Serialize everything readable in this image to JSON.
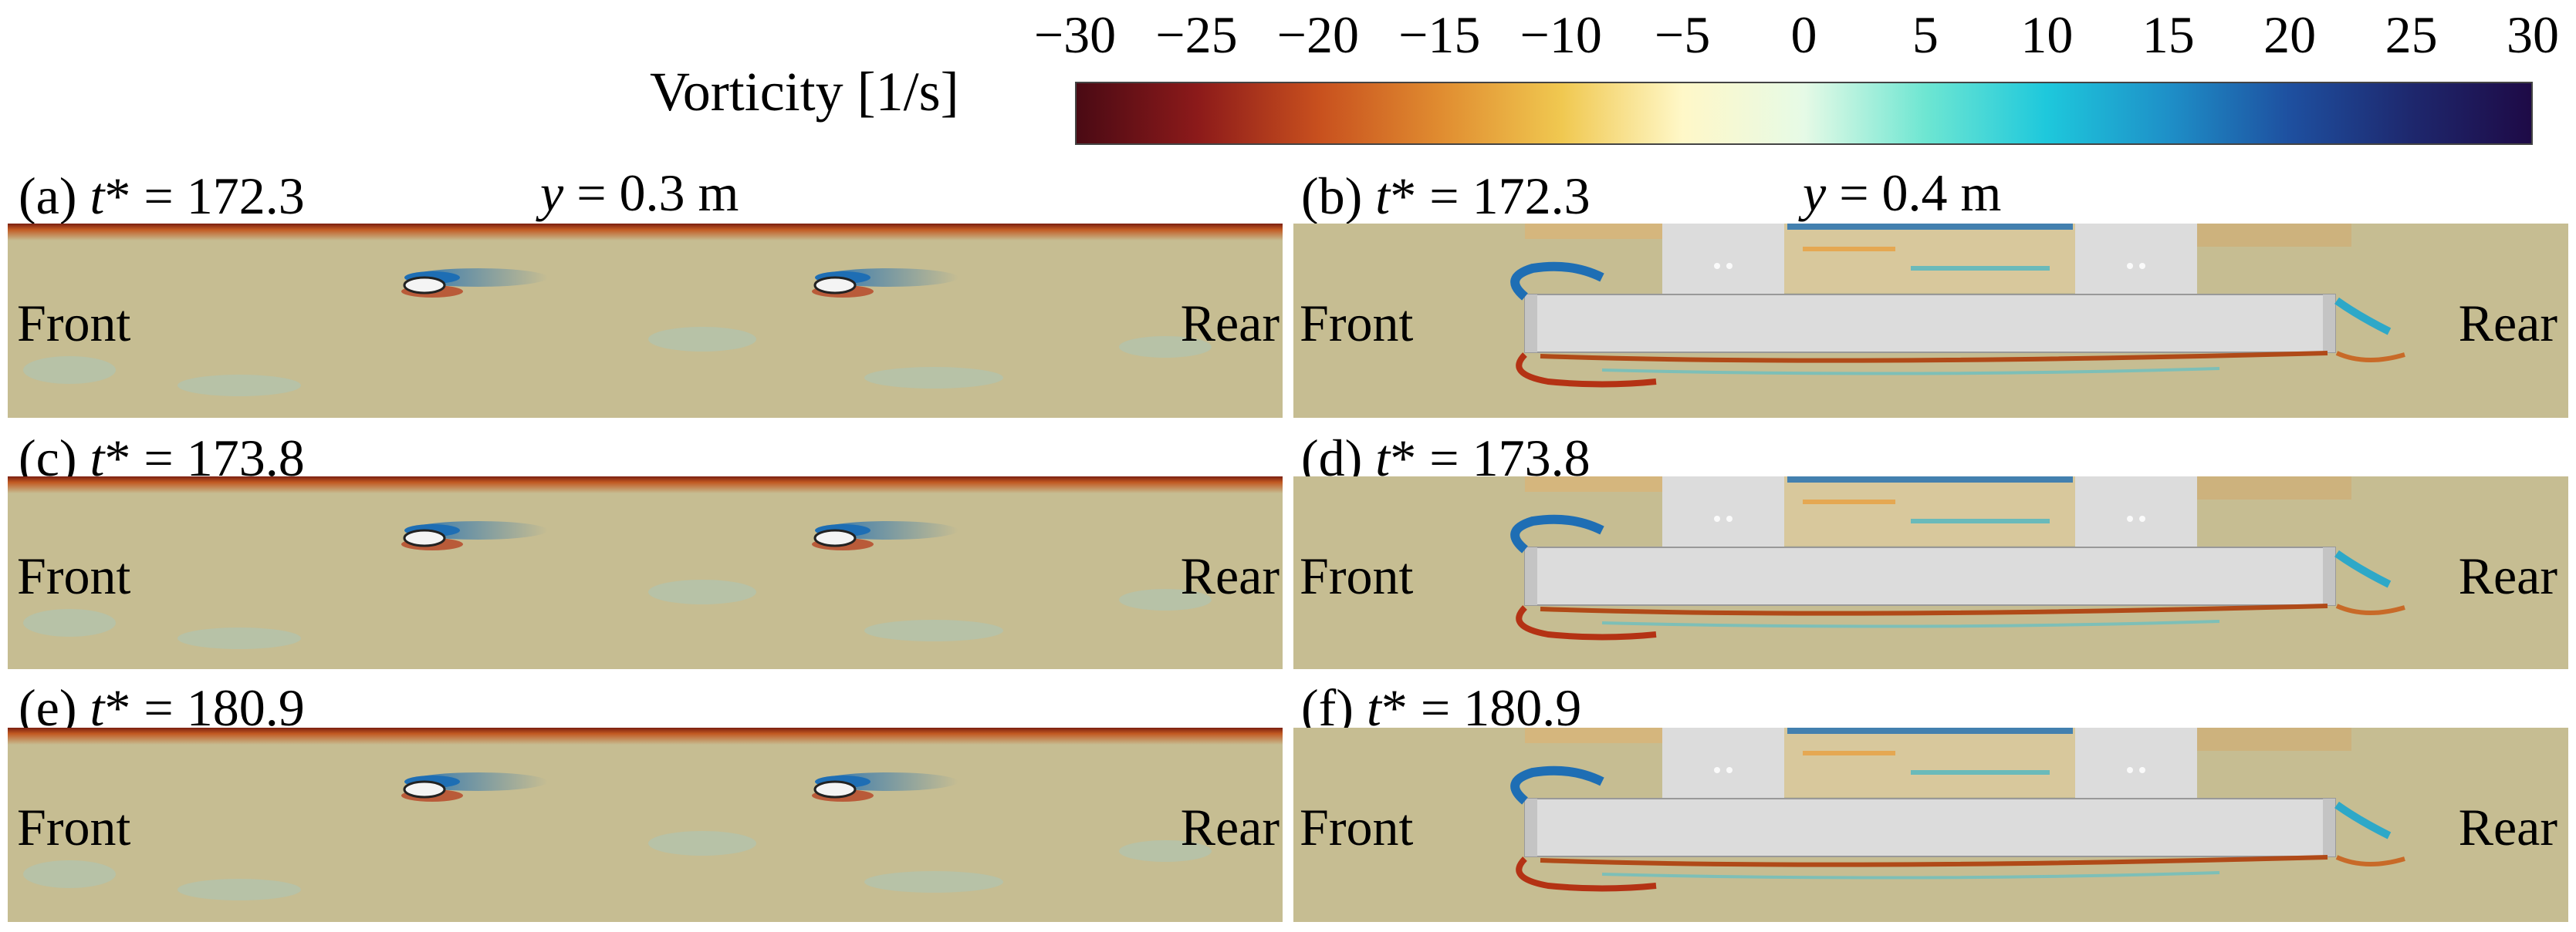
{
  "colorbar": {
    "title": "Vorticity [1/s]",
    "min": -30,
    "max": 30,
    "ticks": [
      "−30",
      "−25",
      "−20",
      "−15",
      "−10",
      "−5",
      "0",
      "5",
      "10",
      "15",
      "20",
      "25",
      "30"
    ],
    "tick_values": [
      -30,
      -25,
      -20,
      -15,
      -10,
      -5,
      0,
      5,
      10,
      15,
      20,
      25,
      30
    ],
    "colors": [
      "#4a0a14",
      "#8c1a1a",
      "#c8501e",
      "#e08c30",
      "#f0c850",
      "#fff8c8",
      "#e6fae6",
      "#6ee6d2",
      "#1ec8dc",
      "#1e90c8",
      "#1e50a0",
      "#1e286e",
      "#1e0a46"
    ]
  },
  "planes": {
    "left": "0.3 m",
    "right": "0.4 m"
  },
  "side_labels": {
    "front": "Front",
    "rear": "Rear"
  },
  "panels": [
    {
      "id": "a",
      "time": "172.3"
    },
    {
      "id": "b",
      "time": "172.3"
    },
    {
      "id": "c",
      "time": "173.8"
    },
    {
      "id": "d",
      "time": "173.8"
    },
    {
      "id": "e",
      "time": "180.9"
    },
    {
      "id": "f",
      "time": "180.9"
    }
  ],
  "colors": {
    "background_field": "#c6bd92",
    "train_body": "#dcdcdc",
    "positive_vortex": "#1e6eb4",
    "negative_vortex": "#b43214"
  }
}
